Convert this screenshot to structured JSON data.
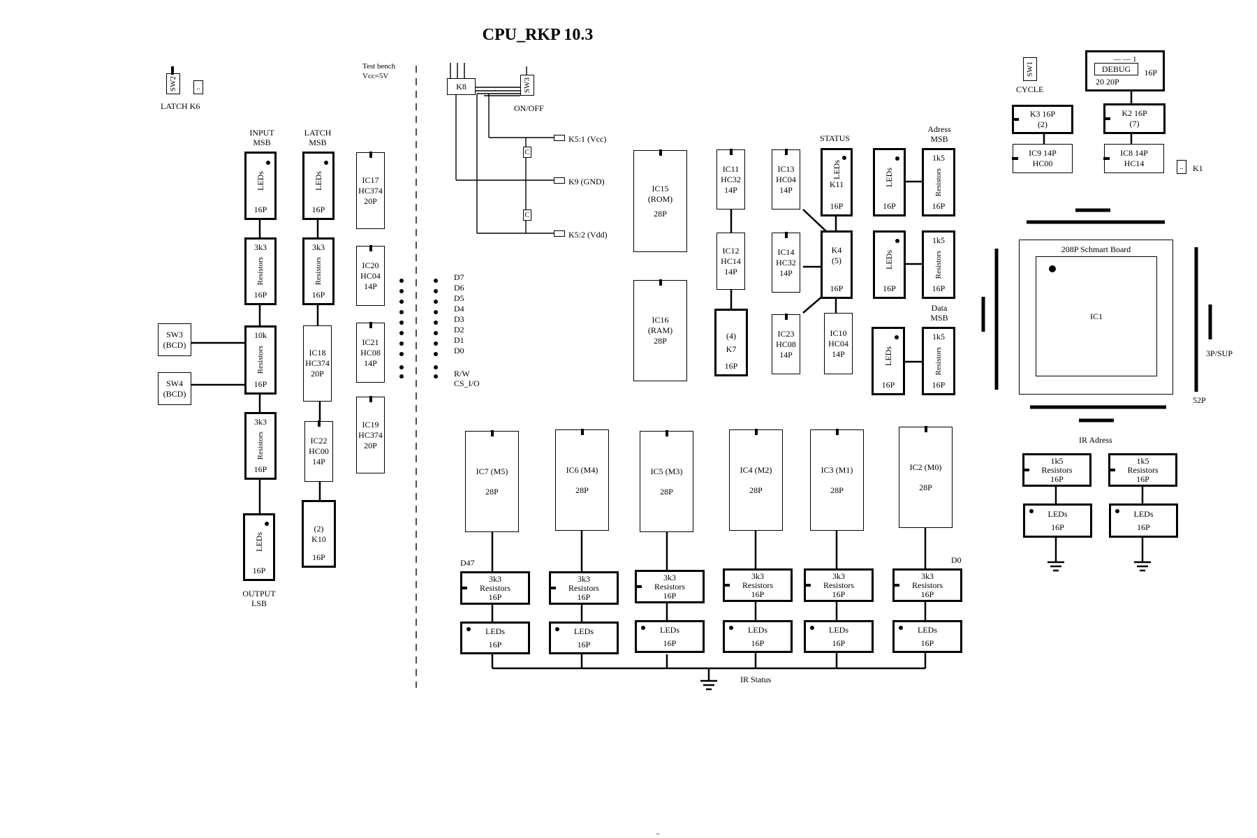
{
  "title": "CPU_RKP 10.3",
  "top_left": {
    "sw2": "SW2",
    "latch_k6": "LATCH   K6",
    "test_bench": "Test bench",
    "vcc_5v": "Vcc=5V"
  },
  "headers": {
    "input_msb_1": "INPUT",
    "input_msb_2": "MSB",
    "latch_msb_1": "LATCH",
    "latch_msb_2": "MSB",
    "output_lsb_1": "OUTPUT",
    "output_lsb_2": "LSB",
    "status": "STATUS",
    "adress_msb_1": "Adress",
    "adress_msb_2": "MSB",
    "data_msb_1": "Data",
    "data_msb_2": "MSB",
    "ir_adress": "IR Adress",
    "ir_status": "IR Status",
    "d47": "D47",
    "d0_right": "D0",
    "cycle": "CYCLE",
    "on_off": "ON/OFF",
    "sup": "3P/SUP",
    "p52": "52P"
  },
  "left_column": {
    "leds1": [
      "LEDs",
      "16P"
    ],
    "res1": [
      "3k3",
      "Resistors",
      "16P"
    ],
    "res10k": [
      "10k",
      "Resistors",
      "16P"
    ],
    "res2": [
      "3k3",
      "Resistors",
      "16P"
    ],
    "leds_out": [
      "LEDs",
      "16P"
    ],
    "sw3": [
      "SW3",
      "(BCD)"
    ],
    "sw4": [
      "SW4",
      "(BCD)"
    ],
    "latch_leds": [
      "LEDs",
      "16P"
    ],
    "latch_res": [
      "3k3",
      "Resistors",
      "16P"
    ],
    "ic18": [
      "IC18",
      "HC374",
      "20P"
    ],
    "ic22": [
      "IC22",
      "HC00",
      "14P"
    ],
    "k10": [
      "(2)",
      "K10",
      "16P"
    ],
    "ic17": [
      "IC17",
      "HC374",
      "20P"
    ],
    "ic20": [
      "IC20",
      "HC04",
      "14P"
    ],
    "ic21": [
      "IC21",
      "HC08",
      "14P"
    ],
    "ic19": [
      "IC19",
      "HC374",
      "20P"
    ]
  },
  "bus_labels": [
    "D7",
    "D6",
    "D5",
    "D4",
    "D3",
    "D2",
    "D1",
    "D0",
    "R/W",
    "CS_I/O"
  ],
  "power": {
    "k8": "K8",
    "sw3": "SW3",
    "c": "C",
    "k5_vcc": "K5:1 (Vcc)",
    "k9_gnd": "K9 (GND)",
    "k5_vdd": "K5:2 (Vdd)"
  },
  "memory": {
    "ic15": [
      "IC15",
      "(ROM)",
      "28P"
    ],
    "ic16": [
      "IC16",
      "(RAM)",
      "28P"
    ]
  },
  "logic": {
    "ic11": [
      "IC11",
      "HC32",
      "14P"
    ],
    "ic12": [
      "IC12",
      "HC14",
      "14P"
    ],
    "k7": [
      "(4)",
      "K7",
      "16P"
    ],
    "ic13": [
      "IC13",
      "HC04",
      "14P"
    ],
    "ic14": [
      "IC14",
      "HC32",
      "14P"
    ],
    "ic23": [
      "IC23",
      "HC08",
      "14P"
    ],
    "status_leds": [
      "LEDs",
      "K11",
      "16P"
    ],
    "k4": [
      "K4",
      "(5)",
      "16P"
    ],
    "ic10": [
      "IC10",
      "HC04",
      "14P"
    ]
  },
  "address_data": {
    "leds_a": [
      "LEDs",
      "16P"
    ],
    "res_a": [
      "1k5",
      "Resistors",
      "16P"
    ],
    "leds_b": [
      "LEDs",
      "16P"
    ],
    "res_b": [
      "1k5",
      "Resistors",
      "16P"
    ],
    "leds_c": [
      "LEDs",
      "16P"
    ],
    "res_c": [
      "1k5",
      "Resistors",
      "16P"
    ]
  },
  "micro_mods": [
    {
      "ic": [
        "IC7 (M5)",
        "28P"
      ],
      "res": [
        "3k3",
        "Resistors",
        "16P"
      ],
      "leds": [
        "LEDs",
        "16P"
      ]
    },
    {
      "ic": [
        "IC6 (M4)",
        "28P"
      ],
      "res": [
        "3k3",
        "Resistors",
        "16P"
      ],
      "leds": [
        "LEDs",
        "16P"
      ]
    },
    {
      "ic": [
        "IC5 (M3)",
        "28P"
      ],
      "res": [
        "3k3",
        "Resistors",
        "16P"
      ],
      "leds": [
        "LEDs",
        "16P"
      ]
    },
    {
      "ic": [
        "IC4 (M2)",
        "28P"
      ],
      "res": [
        "3k3",
        "Resistors",
        "16P"
      ],
      "leds": [
        "LEDs",
        "16P"
      ]
    },
    {
      "ic": [
        "IC3 (M1)",
        "28P"
      ],
      "res": [
        "3k3",
        "Resistors",
        "16P"
      ],
      "leds": [
        "LEDs",
        "16P"
      ]
    },
    {
      "ic": [
        "IC2 (M0)",
        "28P"
      ],
      "res": [
        "3k3",
        "Resistors",
        "16P"
      ],
      "leds": [
        "LEDs",
        "16P"
      ]
    }
  ],
  "right_top": {
    "sw1": "SW1",
    "debug_marks": "— —   1",
    "debug": "DEBUG",
    "debug_16p": "16P",
    "debug_20": "20   20P",
    "k3": [
      "K3   16P",
      "(2)"
    ],
    "k2": [
      "K2   16P",
      "(7)"
    ],
    "ic9": [
      "IC9   14P",
      "HC00"
    ],
    "ic8": [
      "IC8   14P",
      "HC14"
    ],
    "k1": "K1"
  },
  "schmart": {
    "board": "208P Schmart Board",
    "ic1": "IC1"
  },
  "ir_adress": {
    "res1": [
      "1k5",
      "Resistors",
      "16P"
    ],
    "res2": [
      "1k5",
      "Resistors",
      "16P"
    ],
    "leds1": [
      "LEDs",
      "16P"
    ],
    "leds2": [
      "LEDs",
      "16P"
    ]
  },
  "footer_mark": "-"
}
